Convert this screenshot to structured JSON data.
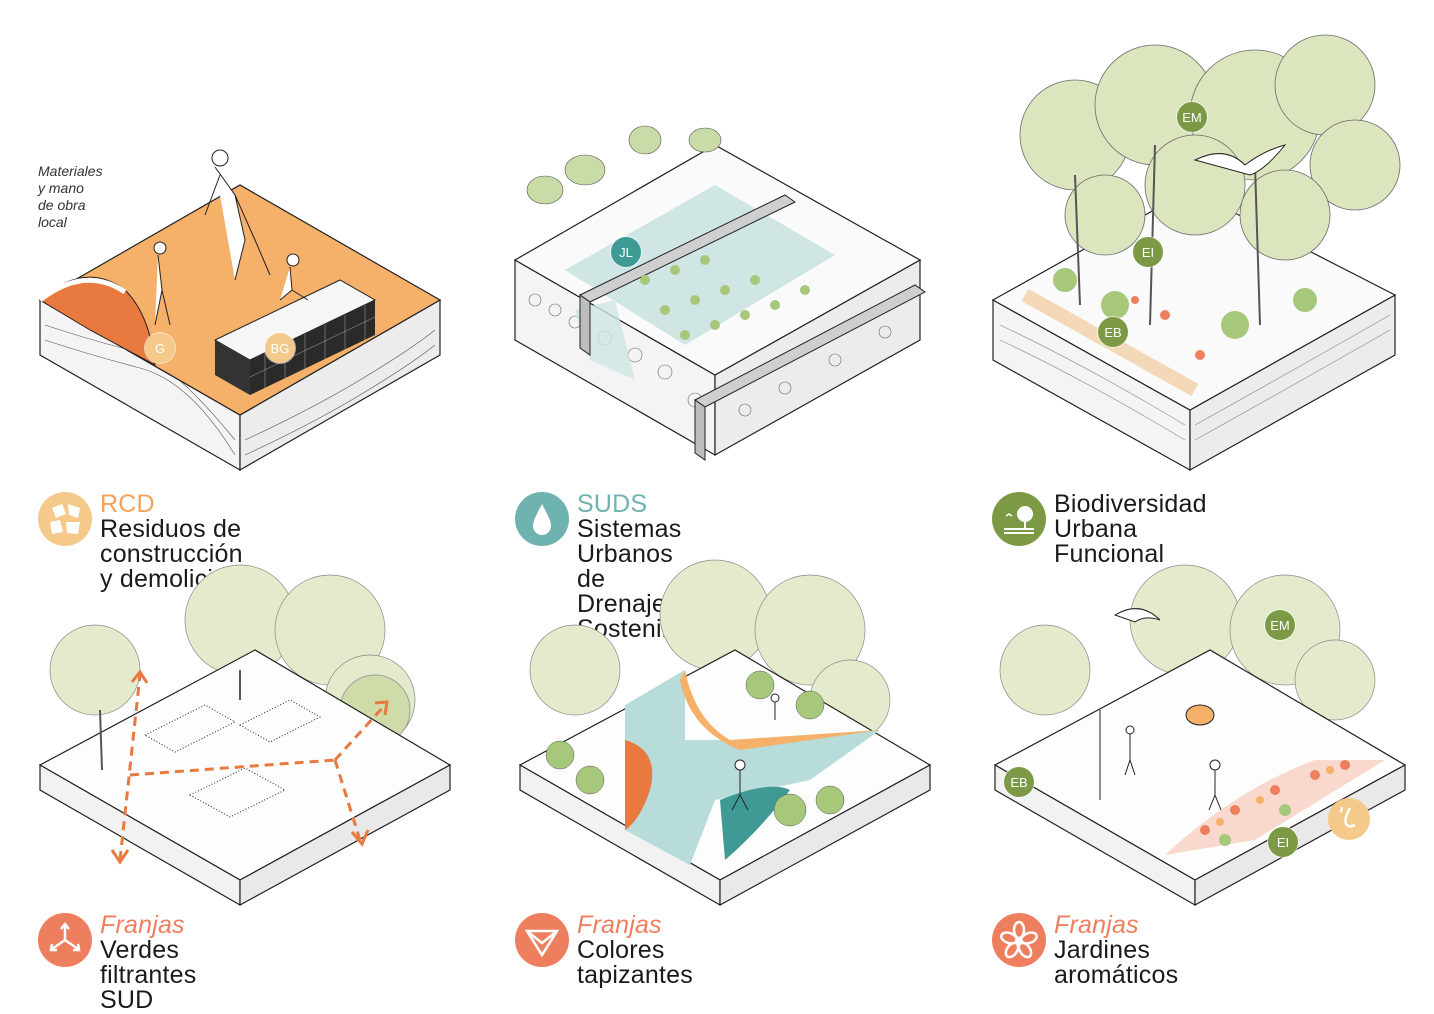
{
  "panels": [
    {
      "id": "rcd",
      "note": [
        "Materiales",
        "y mano de obra local"
      ],
      "badges": [
        "G",
        "BG"
      ],
      "caption": {
        "accent": "RCD",
        "line1": "Residuos de",
        "line2": "construcción y demolición"
      },
      "icon": "recycled-stones-icon"
    },
    {
      "id": "suds",
      "badges": [
        "JL"
      ],
      "caption": {
        "accent": "SUDS",
        "line1": "Sistemas Urbanos",
        "line2": "de Drenaje Sostenible"
      },
      "icon": "water-drop-icon"
    },
    {
      "id": "bio",
      "badges": [
        "EM",
        "EI",
        "EB"
      ],
      "caption": {
        "accent": "",
        "line1": "Biodiversidad Urbana",
        "line2": "Funcional"
      },
      "icon": "landscape-tree-icon"
    },
    {
      "id": "verdes",
      "badges": [],
      "caption": {
        "accent": "Franjas",
        "line1": "",
        "line2": "Verdes filtrantes SUD"
      },
      "icon": "arrows-split-icon"
    },
    {
      "id": "colores",
      "badges": [],
      "caption": {
        "accent": "Franjas",
        "line1": "",
        "line2": "Colores tapizantes"
      },
      "icon": "triangle-path-icon"
    },
    {
      "id": "jardines",
      "badges": [
        "EM",
        "EB",
        "EI"
      ],
      "caption": {
        "accent": "Franjas",
        "line1": "",
        "line2": "Jardines aromáticos"
      },
      "icon": "flower-icon"
    }
  ],
  "colors": {
    "orange": "#f5b06a",
    "orange_dark": "#e8793f",
    "teal": "#6fb3b0",
    "teal_dark": "#3f9a96",
    "olive": "#7c9a45",
    "coral": "#ee7f5e",
    "tree_green": "#dbe6bf"
  }
}
